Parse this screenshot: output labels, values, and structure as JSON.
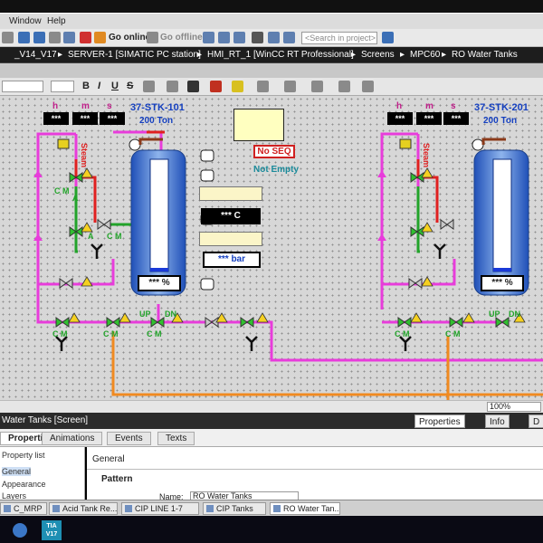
{
  "menu": {
    "window": "Window",
    "help": "Help"
  },
  "toolbar": {
    "go_online": "Go online",
    "go_offline": "Go offline",
    "search_placeholder": "<Search in project>"
  },
  "breadcrumb": {
    "items": [
      "_V14_V17",
      "SERVER-1 [SIMATIC PC station]",
      "HMI_RT_1 [WinCC RT Professional]",
      "Screens",
      "MPC60",
      "RO Water Tanks"
    ],
    "sep": "▸"
  },
  "format": {
    "b": "B",
    "i": "I",
    "u": "U",
    "s": "S"
  },
  "left_group": {
    "h": "h",
    "m": "m",
    "s": "s",
    "hv": "***",
    "mv": "***",
    "sv": "***",
    "tank_name": "37-STK-101",
    "tank_cap": "200 Ton",
    "level": "*** %",
    "steam": "Steam",
    "no_seq": "No SEQ",
    "not_empty": "Not Empty",
    "temp": "*** C",
    "pressure": "*** bar"
  },
  "right_group": {
    "h": "h",
    "m": "m",
    "s": "s",
    "hv": "***",
    "mv": "***",
    "sv": "***",
    "tank_name": "37-STK-201",
    "tank_cap": "200 Ton",
    "level": "*** %",
    "steam": "Steam"
  },
  "valve_labels": {
    "cm": "C M",
    "a": "A",
    "up": "UP",
    "dn": "DN"
  },
  "zoom": "100%",
  "properties": {
    "title": "Water Tanks [Screen]",
    "tab_properties": "Properties",
    "tab_info": "Info",
    "tab_diag": "D",
    "tabs": [
      "Properties",
      "Animations",
      "Events",
      "Texts"
    ],
    "left_items": [
      "Property list",
      "General",
      "Appearance",
      "Layers"
    ],
    "general": "General",
    "pattern": "Pattern",
    "name_label": "Name:",
    "name_value": "RO Water Tanks"
  },
  "taskbar": {
    "items": [
      "C_MRP",
      "Acid Tank Re...",
      "CIP LINE 1-7",
      "CIP Tanks",
      "RO Water Tan..."
    ]
  },
  "tia": {
    "line1": "TIA",
    "line2": "V17"
  }
}
